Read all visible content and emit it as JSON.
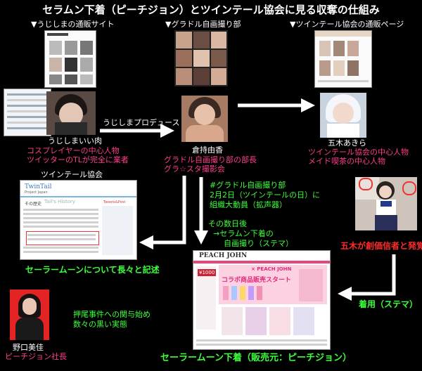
{
  "title": "セラムン下着（ピーチジョン）とツインテール協会に見る収奪の仕組み",
  "headers": {
    "ujishima_shop": "▼うじしまの通販サイト",
    "gravure_club": "▼グラドル自画撮り部",
    "twintail_shop": "▼ツインテール協会の通販ページ"
  },
  "people": {
    "ujishima": {
      "name": "うじしまいい肉",
      "role1": "コスプレイヤーの中心人物",
      "role2": "ツイッターのTLが完全に業者"
    },
    "kuramochi": {
      "name": "倉持由香",
      "role1": "グラドル自画撮り部の部長",
      "role2": "グラ☆スタ撮影会"
    },
    "goki": {
      "name": "五木あきら",
      "role1": "ツインテール協会の中心人物",
      "role2": "メイド喫茶の中心人物"
    },
    "noguchi": {
      "name": "野口美佳",
      "role": "ピーチジョン社長"
    }
  },
  "labels": {
    "produce": "うじしまプロデュース",
    "twintail_assoc": "ツインテール協会",
    "event1": "#グラドル自画撮り部",
    "event2": "2月2日（ツインテールの日）に",
    "event3": "組織大動員（拡声器）",
    "later1": "その数日後",
    "later2": "→セラムン下着の",
    "later3": "自画撮り（ステマ）",
    "goki_origin": "五木が創価信者と発覚",
    "sailor_moon_write": "セーラームーンについて長々と記述",
    "wear": "着用（ステマ）",
    "oshio1": "押尾事件への関与始め",
    "oshio2": "数々の黒い実態",
    "product": "セーラームーン下着（販売元：ピーチジョン）"
  },
  "screens": {
    "twintail_site_logo": "TwinTail",
    "twintail_site_sub": "Project Japan",
    "twintail_history": "Tail's History",
    "twintail_history_jp": "その歴史",
    "twintail_twitter": "Tweets&Post",
    "peach_logo": "PEACH JOHN",
    "peach_banner": "コラボ商品販売スタート",
    "peach_collab": "× PEACH JOHN",
    "peach_price": "¥1000"
  },
  "colors": {
    "pink": "#ff3d8b",
    "green": "#3dff3d",
    "red": "#ff2a2a",
    "white": "#ffffff"
  }
}
